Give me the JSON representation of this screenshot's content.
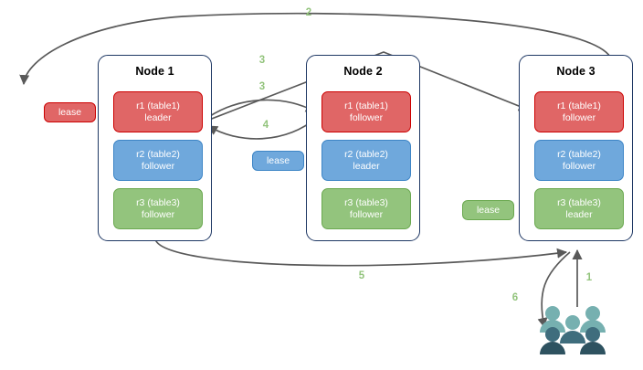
{
  "diagram": {
    "title_present": false,
    "colors": {
      "red_fill": "#e06666",
      "red_stroke": "#cc0000",
      "blue_fill": "#6fa8dc",
      "blue_stroke": "#3d85c6",
      "green_fill": "#93c47d",
      "green_stroke": "#6aa84f",
      "node_border": "#1f3864",
      "edge": "#595959",
      "label": "#93c47d",
      "users_light": "#76b0b0",
      "users_dark": "#2e5260"
    }
  },
  "nodes": [
    {
      "id": "node1",
      "title": "Node 1",
      "replicas": [
        {
          "name": "r1 (table1)",
          "role": "leader",
          "color": "red"
        },
        {
          "name": "r2 (table2)",
          "role": "follower",
          "color": "blue"
        },
        {
          "name": "r3 (table3)",
          "role": "follower",
          "color": "green"
        }
      ]
    },
    {
      "id": "node2",
      "title": "Node 2",
      "replicas": [
        {
          "name": "r1 (table1)",
          "role": "follower",
          "color": "red"
        },
        {
          "name": "r2 (table2)",
          "role": "leader",
          "color": "blue"
        },
        {
          "name": "r3 (table3)",
          "role": "follower",
          "color": "green"
        }
      ]
    },
    {
      "id": "node3",
      "title": "Node 3",
      "replicas": [
        {
          "name": "r1 (table1)",
          "role": "follower",
          "color": "red"
        },
        {
          "name": "r2 (table2)",
          "role": "follower",
          "color": "blue"
        },
        {
          "name": "r3 (table3)",
          "role": "leader",
          "color": "green"
        }
      ]
    }
  ],
  "leases": [
    {
      "id": "lease-red",
      "label": "lease",
      "color": "red"
    },
    {
      "id": "lease-blue",
      "label": "lease",
      "color": "blue"
    },
    {
      "id": "lease-green",
      "label": "lease",
      "color": "green"
    }
  ],
  "edge_labels": [
    {
      "id": "label-1",
      "text": "1"
    },
    {
      "id": "label-2",
      "text": "2"
    },
    {
      "id": "label-3a",
      "text": "3"
    },
    {
      "id": "label-3b",
      "text": "3"
    },
    {
      "id": "label-4",
      "text": "4"
    },
    {
      "id": "label-5",
      "text": "5"
    },
    {
      "id": "label-6",
      "text": "6"
    }
  ],
  "actors": {
    "users_label": "users-group-icon"
  }
}
